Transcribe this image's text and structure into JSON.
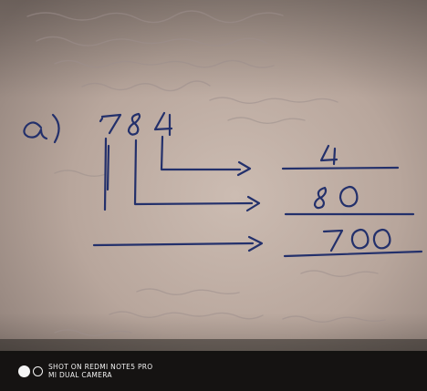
{
  "handwriting": {
    "label": "a)",
    "number": "784",
    "place_values": [
      "4",
      "80",
      "700"
    ]
  },
  "watermark": {
    "line1": "SHOT ON REDMI NOTE5 PRO",
    "line2": "MI DUAL CAMERA"
  }
}
